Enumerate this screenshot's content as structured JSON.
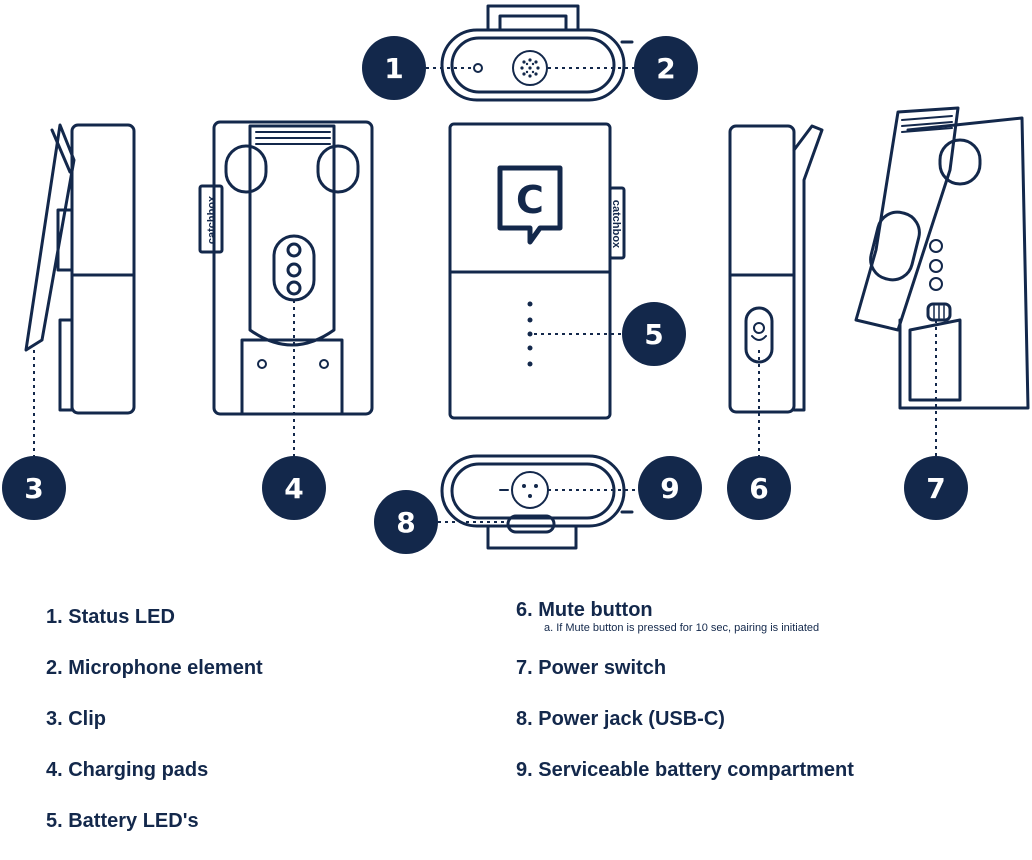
{
  "colors": {
    "navy": "#13284b",
    "outline": "#13284b",
    "background": "#ffffff"
  },
  "device": {
    "brand_label": "catchbox",
    "logo_letter": "C"
  },
  "callouts": [
    "1",
    "2",
    "3",
    "4",
    "5",
    "6",
    "7",
    "8",
    "9"
  ],
  "legend_left": [
    "1. Status LED",
    "2. Microphone element",
    "3. Clip",
    "4. Charging pads",
    "5. Battery LED's"
  ],
  "legend_right": [
    {
      "label": "6. Mute button",
      "note": "a. If Mute button is pressed for 10 sec, pairing is initiated"
    },
    {
      "label": "7. Power switch"
    },
    {
      "label": "8. Power jack (USB-C)"
    },
    {
      "label": "9. Serviceable battery compartment"
    }
  ]
}
